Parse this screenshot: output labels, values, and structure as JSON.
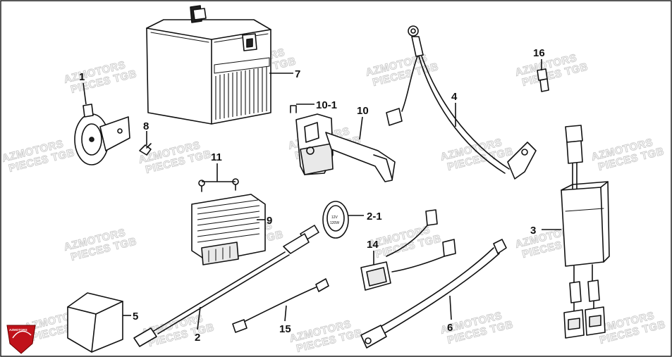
{
  "watermark": {
    "line1": "AZMOTORS",
    "line2": "PIECES TGB"
  },
  "logo_text": "AZMOTORS",
  "cdi_text": {
    "line1": "12V",
    "line2": "120W"
  },
  "callouts": {
    "c1": "1",
    "c2": "2",
    "c2_1": "2-1",
    "c3": "3",
    "c4": "4",
    "c5": "5",
    "c6": "6",
    "c7": "7",
    "c8": "8",
    "c9": "9",
    "c10": "10",
    "c10_1": "10-1",
    "c11": "11",
    "c14": "14",
    "c15": "15",
    "c16": "16"
  }
}
